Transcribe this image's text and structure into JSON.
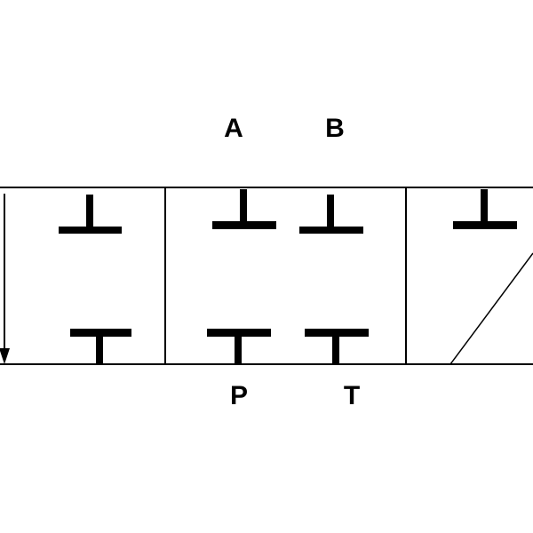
{
  "ports": {
    "a": "A",
    "b": "B",
    "p": "P",
    "t": "T"
  },
  "colors": {
    "stroke": "#000000",
    "background": "#ffffff"
  }
}
